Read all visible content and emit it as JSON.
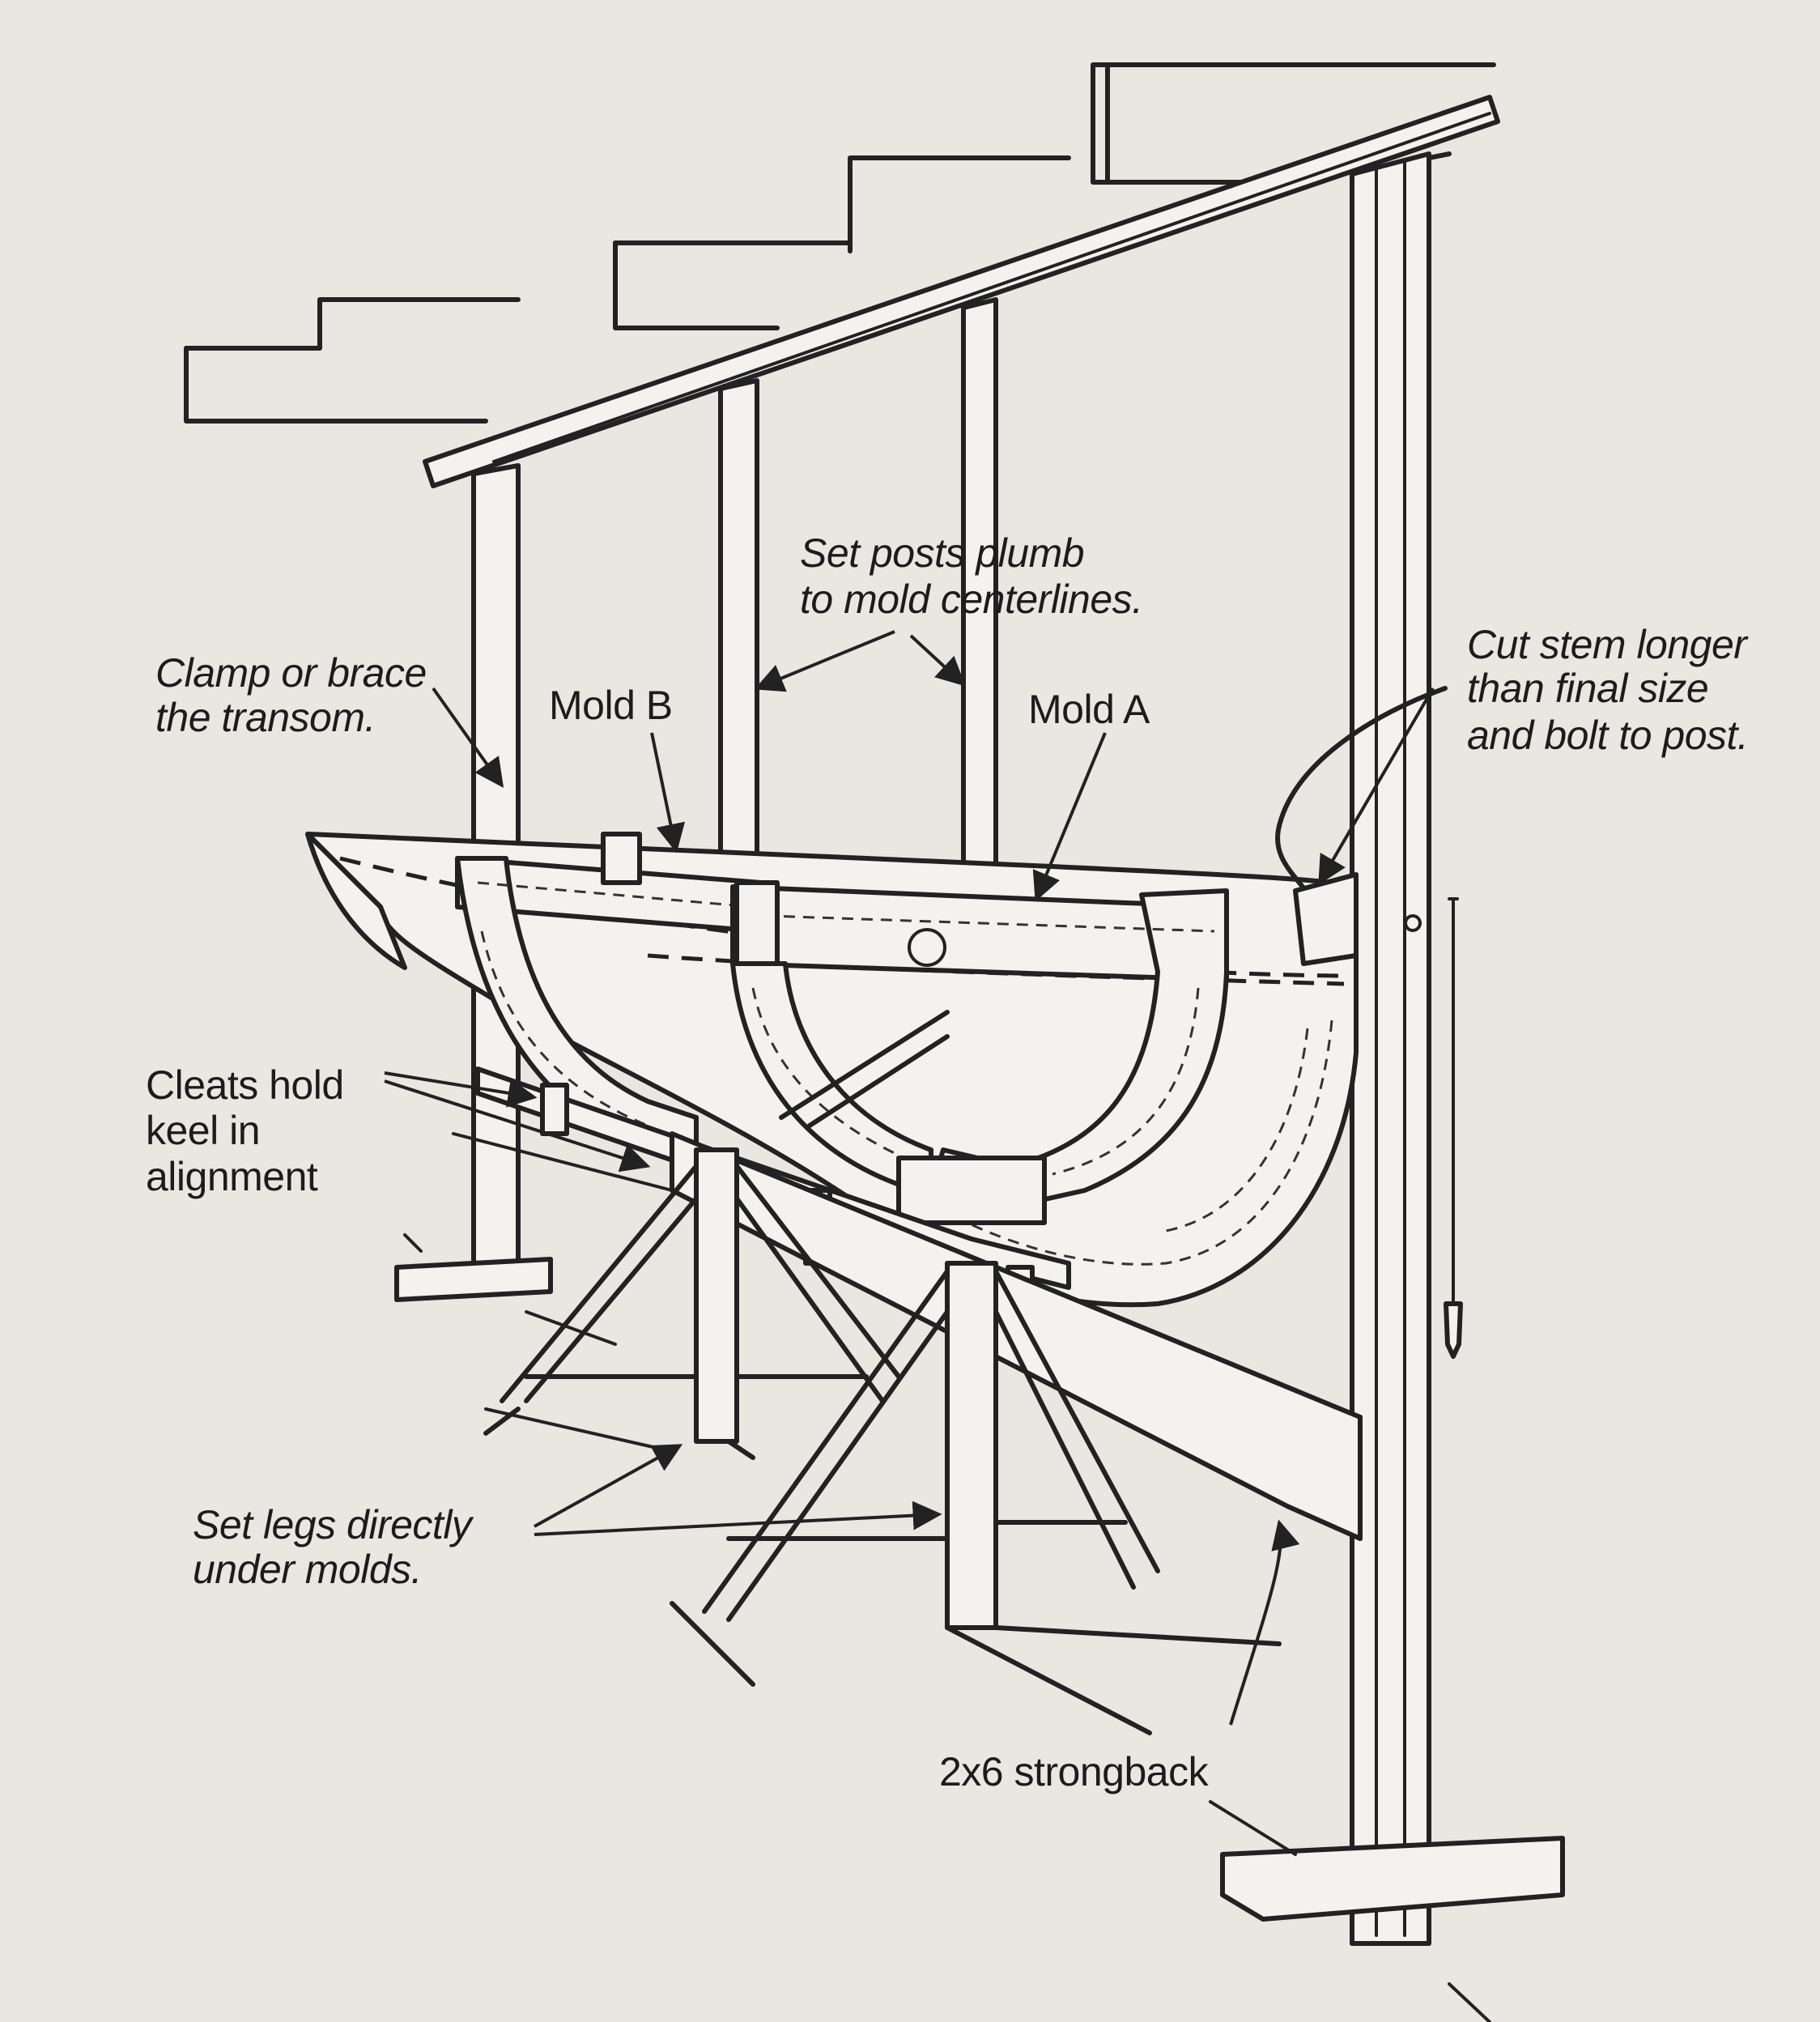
{
  "diagram": {
    "labels": {
      "posts_line1": "Set posts plumb",
      "posts_line2": "to mold centerlines.",
      "stem_line1": "Cut stem longer",
      "stem_line2": "than final size",
      "stem_line3": "and bolt to post.",
      "transom_line1": "Clamp or brace",
      "transom_line2": "the transom.",
      "mold_b": "Mold B",
      "mold_a": "Mold A",
      "cleats_line1": "Cleats hold",
      "cleats_line2": "keel in",
      "cleats_line3": "alignment",
      "legs_line1": "Set legs directly",
      "legs_line2": "under molds.",
      "strongback": "2x6 strongback"
    }
  }
}
